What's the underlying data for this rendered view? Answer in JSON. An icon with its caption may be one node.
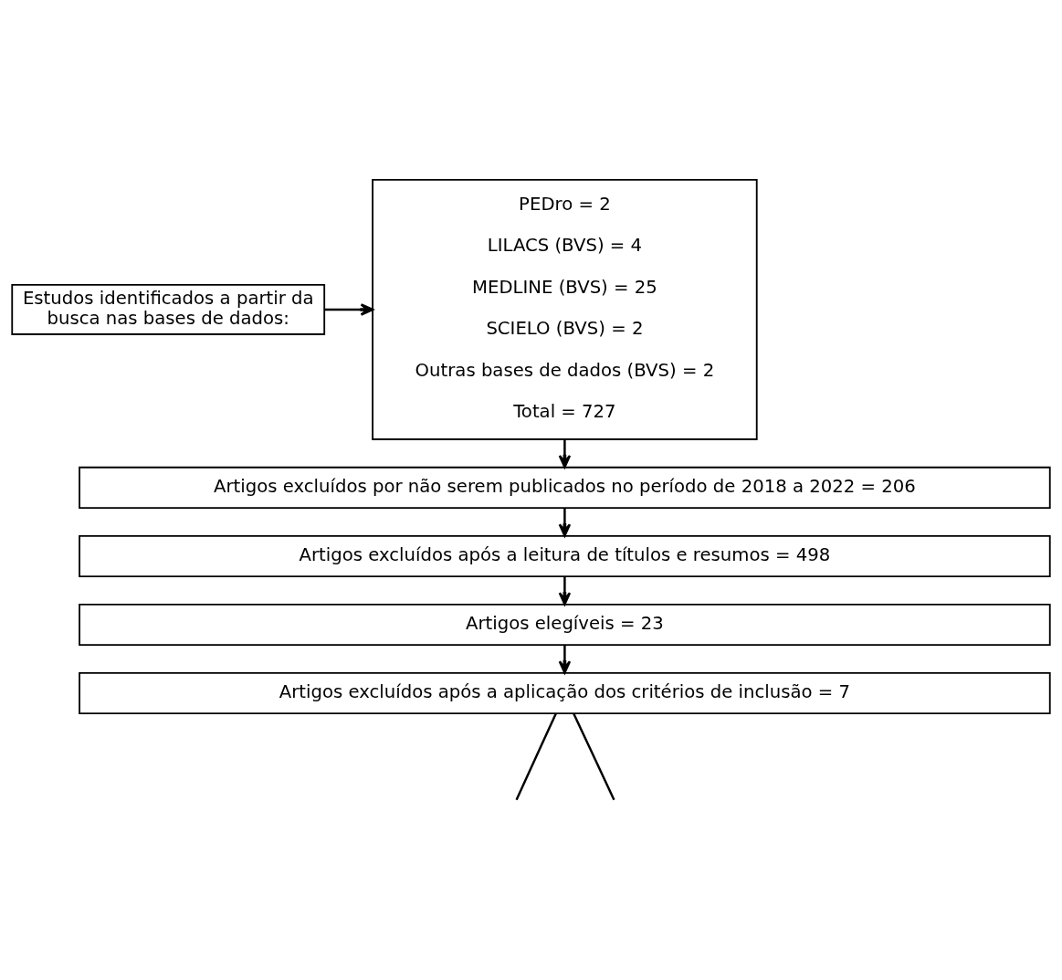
{
  "diagram": {
    "nodes": [
      {
        "text": [
          "Estudos identificados a partir da busca nas bases de dados:"
        ]
      },
      {
        "text": [
          "PEDro = 2",
          "LILACS (BVS) = 4",
          "MEDLINE (BVS) = 25",
          "SCIELO (BVS) = 2",
          "Outras bases de dados (BVS) = 2",
          "Total = 727"
        ]
      },
      {
        "text": [
          "Artigos excluídos por não serem publicados no período de 2018 a 2022 = 206"
        ]
      },
      {
        "text": [
          "Artigos excluídos após a leitura de títulos e resumos = 498"
        ]
      },
      {
        "text": [
          "Artigos elegíveis = 23"
        ]
      },
      {
        "text": [
          "Artigos excluídos após a aplicação dos critérios de inclusão = 7"
        ]
      }
    ],
    "edges": [
      {
        "from": 0,
        "to": 1,
        "arrow": "to"
      },
      {
        "from": 1,
        "to": 2,
        "arrow": "to"
      },
      {
        "from": 2,
        "to": 3,
        "arrow": "to"
      },
      {
        "from": 3,
        "to": 4,
        "arrow": "to"
      },
      {
        "from": 4,
        "to": 5,
        "arrow": "to"
      },
      {
        "from": 5,
        "to": null,
        "arrow": "none"
      },
      {
        "from": 5,
        "to": null,
        "arrow": "none"
      }
    ]
  }
}
